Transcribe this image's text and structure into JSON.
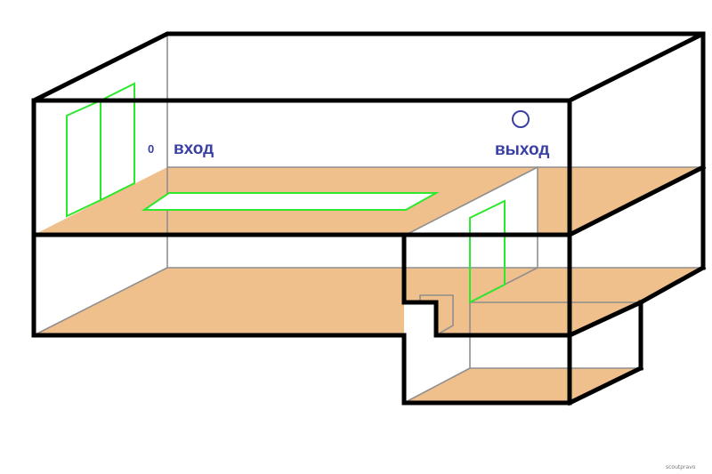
{
  "labels": {
    "zero": "0",
    "entrance": "вход",
    "exit": "выход"
  },
  "watermark": "scoutpravo",
  "colors": {
    "floor": "#efbf8c",
    "outline": "#000000",
    "hidden_edge": "#8f8f8f",
    "highlight": "#2ee82e",
    "label": "#3a3fa3"
  },
  "markers": {
    "exit_marker": "circle-icon"
  }
}
